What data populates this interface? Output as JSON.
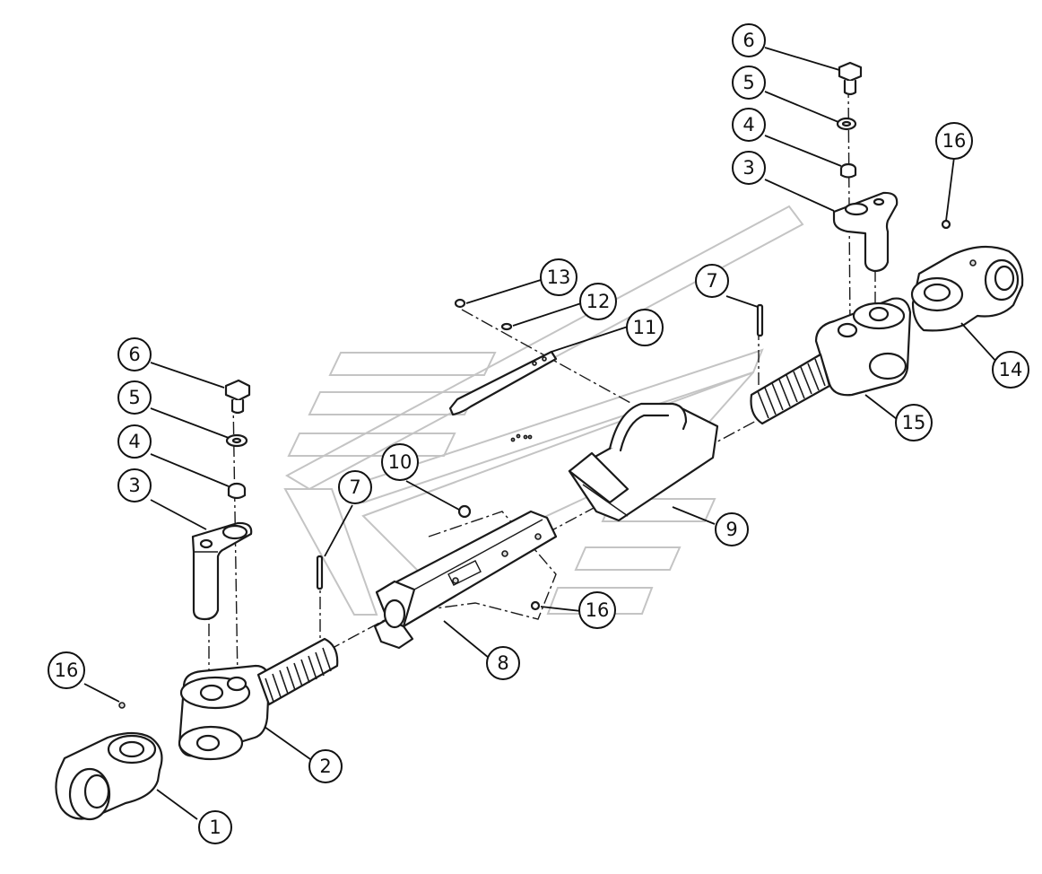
{
  "diagram": {
    "callouts": [
      {
        "id": "c1",
        "label": "1"
      },
      {
        "id": "c2",
        "label": "2"
      },
      {
        "id": "c3a",
        "label": "3"
      },
      {
        "id": "c4a",
        "label": "4"
      },
      {
        "id": "c5a",
        "label": "5"
      },
      {
        "id": "c6a",
        "label": "6"
      },
      {
        "id": "c7a",
        "label": "7"
      },
      {
        "id": "c8",
        "label": "8"
      },
      {
        "id": "c9",
        "label": "9"
      },
      {
        "id": "c10",
        "label": "10"
      },
      {
        "id": "c11",
        "label": "11"
      },
      {
        "id": "c12",
        "label": "12"
      },
      {
        "id": "c13",
        "label": "13"
      },
      {
        "id": "c14",
        "label": "14"
      },
      {
        "id": "c15",
        "label": "15"
      },
      {
        "id": "c16a",
        "label": "16"
      },
      {
        "id": "c16b",
        "label": "16"
      },
      {
        "id": "c16c",
        "label": "16"
      },
      {
        "id": "c6b",
        "label": "6"
      },
      {
        "id": "c5b",
        "label": "5"
      },
      {
        "id": "c4b",
        "label": "4"
      },
      {
        "id": "c3b",
        "label": "3"
      },
      {
        "id": "c7b",
        "label": "7"
      }
    ]
  }
}
